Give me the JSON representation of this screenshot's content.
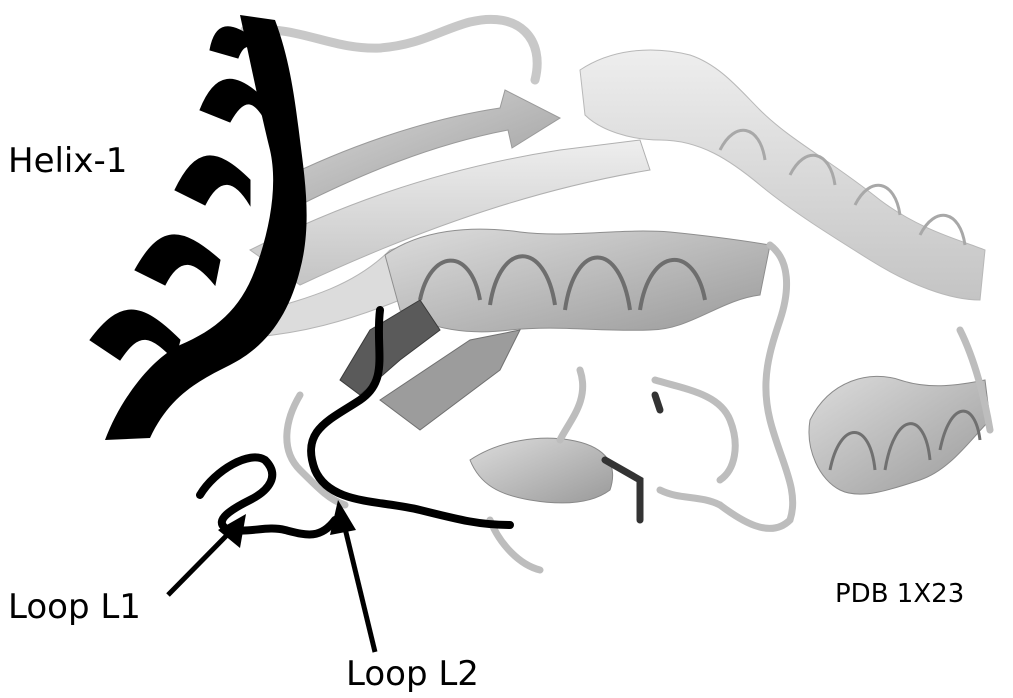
{
  "labels": {
    "helix": "Helix-1",
    "loop1": "Loop L1",
    "loop2": "Loop L2",
    "pdb": "PDB 1X23"
  },
  "colors": {
    "highlight": "#000000",
    "ribbon_light": "#e0e0e0",
    "ribbon_mid": "#b8b8b8",
    "ribbon_dark": "#7a7a7a",
    "background": "#ffffff"
  }
}
